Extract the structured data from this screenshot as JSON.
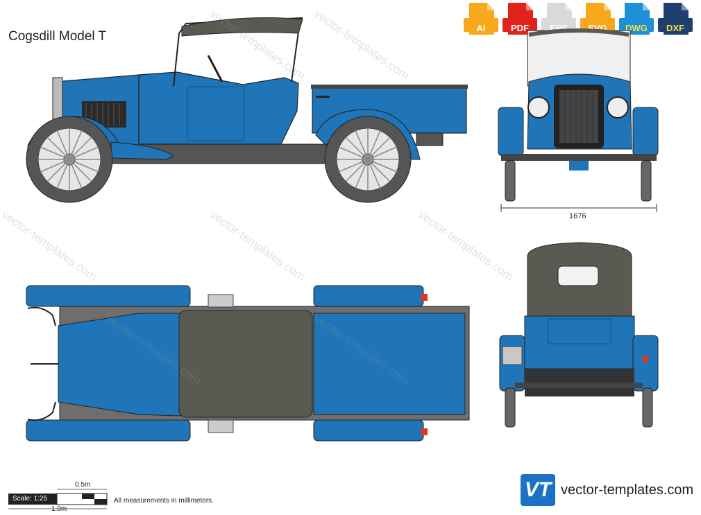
{
  "title": "Cogsdill Model T",
  "formats": [
    {
      "label": "Ai",
      "color": "#f7a81b",
      "icon": "ai-file-icon"
    },
    {
      "label": "PDF",
      "color": "#e2221c",
      "icon": "pdf-file-icon"
    },
    {
      "label": "EPS",
      "color": "#d9d9d9",
      "icon": "eps-file-icon"
    },
    {
      "label": "SVG",
      "color": "#f7a81b",
      "icon": "svg-file-icon"
    },
    {
      "label": "DWG",
      "color": "#1e90d8",
      "icon": "dwg-file-icon"
    },
    {
      "label": "DXF",
      "color": "#1f3f6e",
      "icon": "dxf-file-icon"
    }
  ],
  "dimension_front": "1676",
  "scale": {
    "label": "Scale: 1:25",
    "half_meter": "0.5m",
    "one_meter": "1.0m"
  },
  "note": "All measurements in millimeters.",
  "brand": {
    "logo": "VT",
    "text": "vector-templates.com"
  },
  "watermark": "vector-templates.com",
  "colors": {
    "body": "#1f75b8",
    "body_dark": "#165f96",
    "roof": "#5a5a52",
    "chassis": "#3d3d3d",
    "wheel": "#555555"
  }
}
